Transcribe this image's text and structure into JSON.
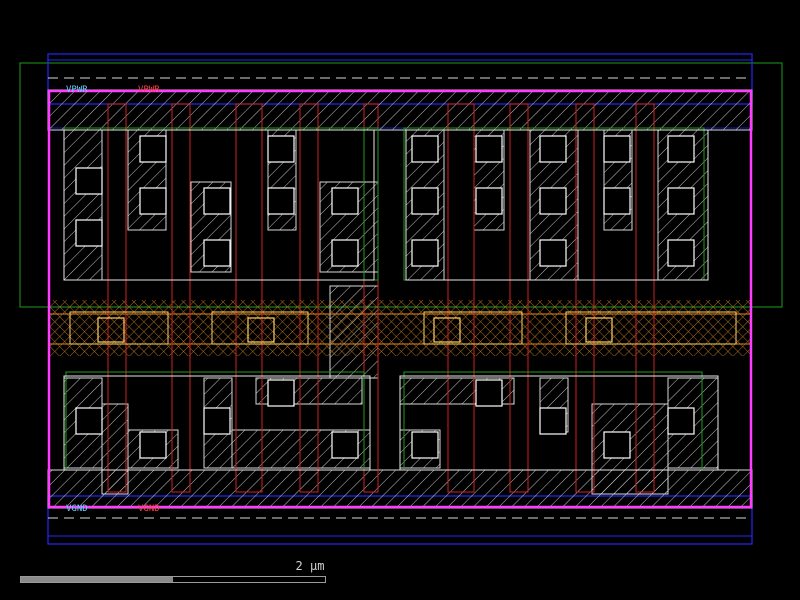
{
  "pins": {
    "vpwr_a": "VPWR",
    "vpwr_b": "VPWR",
    "vgnd_a": "VGND",
    "vgnd_b": "VGND"
  },
  "scale_bar": {
    "label": "2 µm",
    "fill_fraction": 0.5
  },
  "colors": {
    "background": "#000000",
    "met1_blue": "#2626ff",
    "boundary_magenta": "#ff3cff",
    "li_hatch": "#d8d8d8",
    "poly_red": "#d22020",
    "diff_green": "#1f9c1f",
    "contact_white": "#ffffff",
    "tap_orange": "#e08a20",
    "licon_yellow": "#ffd060",
    "label_cyan": "#5fd3ff",
    "label_red": "#ff4040"
  }
}
